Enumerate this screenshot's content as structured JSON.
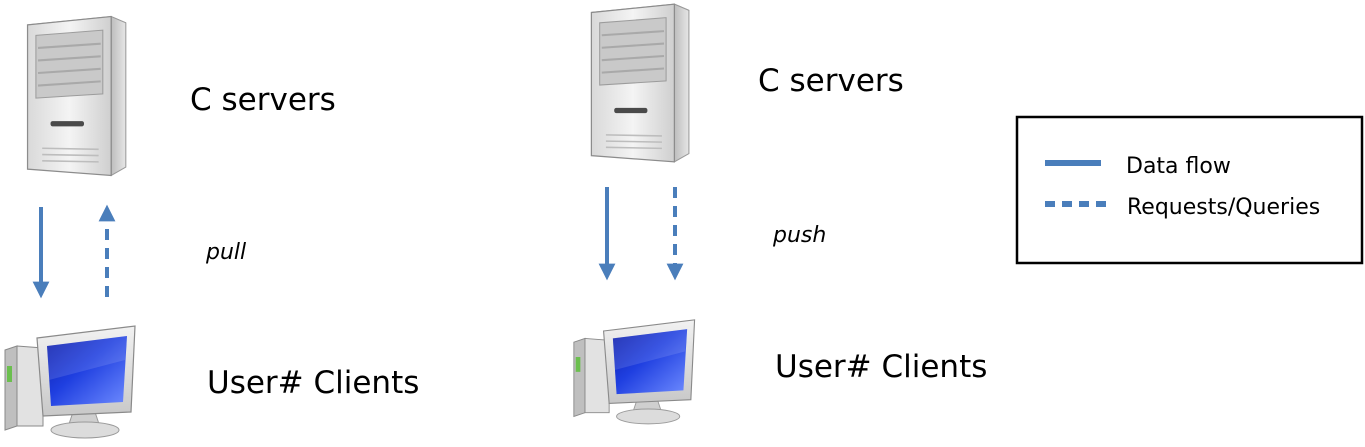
{
  "panels": [
    {
      "server_label": "C servers",
      "client_label": "User# Clients",
      "mode_label": "pull"
    },
    {
      "server_label": "C servers",
      "client_label": "User# Clients",
      "mode_label": "push"
    }
  ],
  "legend": {
    "data_flow": "Data flow",
    "requests": "Requests/Queries"
  },
  "colors": {
    "arrow": "#4a7ebb",
    "legend_border": "#000000"
  },
  "icons": {
    "server": "server-tower-icon",
    "client": "desktop-computer-icon"
  }
}
